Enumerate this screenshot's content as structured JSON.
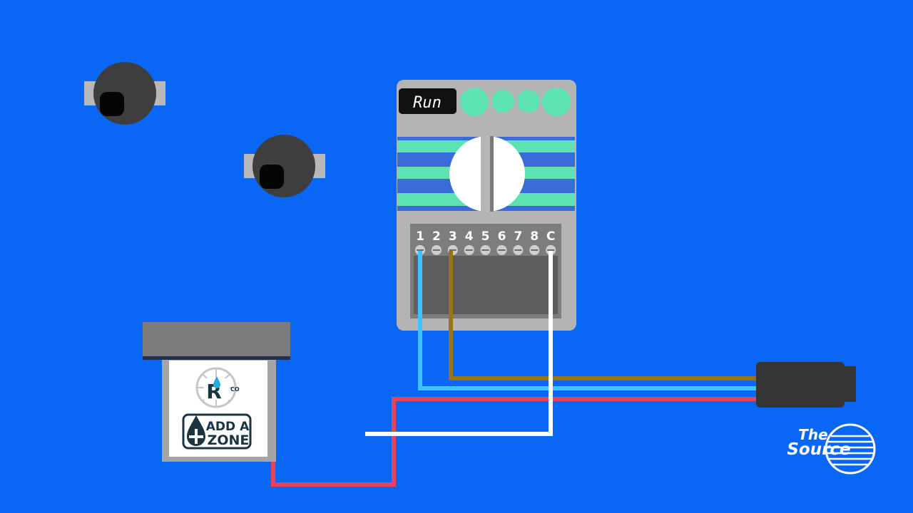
{
  "controller": {
    "display_text": "Run",
    "terminals": [
      "1",
      "2",
      "3",
      "4",
      "5",
      "6",
      "7",
      "8",
      "C"
    ]
  },
  "module": {
    "brand_letter": "R",
    "brand_suffix": "CO",
    "badge_line1": "ADD A",
    "badge_line2": "ZONE"
  },
  "logo": {
    "line1": "The",
    "line2": "Source"
  },
  "colors": {
    "background": "#0a66f5",
    "wire_blue": "#3ec3ff",
    "wire_brown": "#9a7414",
    "wire_white": "#ffffff",
    "wire_red": "#e8435a",
    "accent_green": "#5de3b2"
  }
}
